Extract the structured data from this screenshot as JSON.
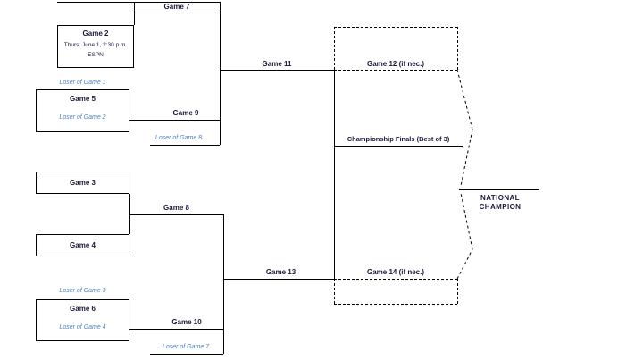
{
  "diagram": {
    "type": "double-elimination-tournament-bracket",
    "labels": {
      "game_7": "Game 7",
      "game_2_title": "Game 2",
      "game_2_schedule": "Thurs. June 1, 2:30 p.m.",
      "game_2_network": "ESPN",
      "game_11": "Game 11",
      "game_12": "Game 12 (if nec.)",
      "loser_of_game_1": "Loser of Game 1",
      "game_5": "Game 5",
      "loser_of_game_2": "Loser of Game 2",
      "game_9": "Game 9",
      "loser_of_game_8": "Loser of Game 8",
      "championship_finals": "Championship Finals (Best of 3)",
      "game_3": "Game 3",
      "game_8": "Game 8",
      "game_4": "Game 4",
      "loser_of_game_3": "Loser of Game 3",
      "game_6": "Game 6",
      "loser_of_game_4": "Loser of Game 4",
      "game_10": "Game 10",
      "loser_of_game_7": "Loser of Game 7",
      "game_13": "Game 13",
      "game_14": "Game 14 (if nec.)",
      "national_champion_line_1": "NATIONAL",
      "national_champion_line_2": "CHAMPION"
    },
    "colors": {
      "line": "#000000",
      "game_label": "#1a1a3a",
      "loser_label": "#4d82bc",
      "background": "#ffffff"
    }
  }
}
